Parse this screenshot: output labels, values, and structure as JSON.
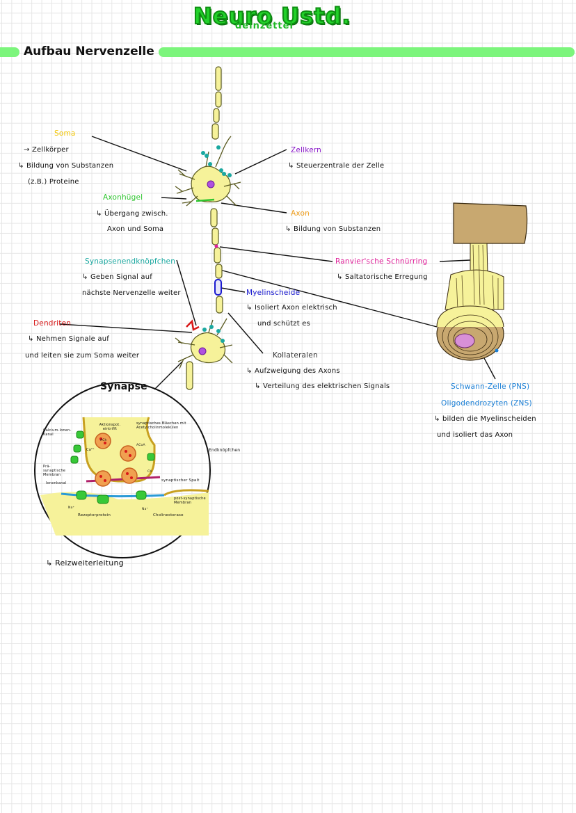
{
  "page": {
    "title": "Neuro Ustd.",
    "subtitle": "deinzettel",
    "heading": "Aufbau Nervenzelle"
  },
  "colors": {
    "title_green": "#22d12a",
    "heading_bar": "#7cf57c",
    "soma": "#f2c500",
    "axonhuegel": "#2ec52e",
    "zellkern": "#8a18c9",
    "axon": "#f0a020",
    "synapsenendknoepfchen": "#1aa8a0",
    "ranvier": "#e0209a",
    "myelinscheide": "#1a1ad0",
    "dendriten": "#d81818",
    "schwann": "#1a7fd6",
    "cell_fill": "#f6f29a",
    "cell_outline": "#5a5a20"
  },
  "labels": {
    "soma": {
      "title": "Soma",
      "lines": [
        "→ Zellkörper",
        "↳ Bildung von Substanzen",
        "(z.B.) Proteine"
      ]
    },
    "axonhuegel": {
      "title": "Axonhügel",
      "lines": [
        "↳ Übergang zwisch.",
        "Axon und  Soma"
      ]
    },
    "zellkern": {
      "title": "Zellkern",
      "lines": [
        "↳ Steuerzentrale der Zelle"
      ]
    },
    "axon": {
      "title": "Axon",
      "lines": [
        "↳ Bildung von Substanzen"
      ]
    },
    "synapsenendknoepfchen": {
      "title": "Synapsenendknöpfchen",
      "lines": [
        "↳ Geben Signal auf",
        "nächste Nervenzelle weiter"
      ]
    },
    "ranvier": {
      "title": "Ranvier'sche Schnürring",
      "lines": [
        "↳ Saltatorische Erregung"
      ]
    },
    "myelinscheide": {
      "title": "Myelinscheide",
      "lines": [
        "↳ Isoliert Axon elektrisch",
        "und schützt es"
      ]
    },
    "dendriten": {
      "title": "Dendriten",
      "lines": [
        "↳ Nehmen Signale auf",
        "und leiten sie zum Soma weiter"
      ]
    },
    "kollateralen": {
      "title": "Kollateralen",
      "lines": [
        "↳ Aufzweigung des Axons",
        "↳ Verteilung des elektrischen Signals"
      ]
    },
    "schwann": {
      "title1": "Schwann-Zelle (PNS)",
      "title2": "Oligodendrozyten (ZNS)",
      "lines": [
        "↳ bilden die Myelinscheiden",
        "und isoliert das Axon"
      ]
    }
  },
  "synapse": {
    "title": "Synapse",
    "labels": {
      "calcium_channel": "Calcium-Ionen-Kanal",
      "aktionspotential": "Aktionspot. eintrifft",
      "vesikel": "synaptisches Bläschen mit Acetylcholinmolekülen",
      "endknoepfchen": "Endknöpfchen",
      "praesynaptisch": "Prä-synaptische Membran",
      "ionenkanal": "Ionenkanal",
      "spalt": "synaptischer Spalt",
      "postsynaptisch": "post-synaptische Membran",
      "rezeptor": "Rezeptorprotein",
      "cholinesterase": "Cholinesterase",
      "ca": "Ca²⁺",
      "ach": "ACh",
      "acoa": "ACoA",
      "ch": "Ch",
      "na": "Na⁺"
    },
    "footnote": "↳ Reizweiterleitung"
  }
}
